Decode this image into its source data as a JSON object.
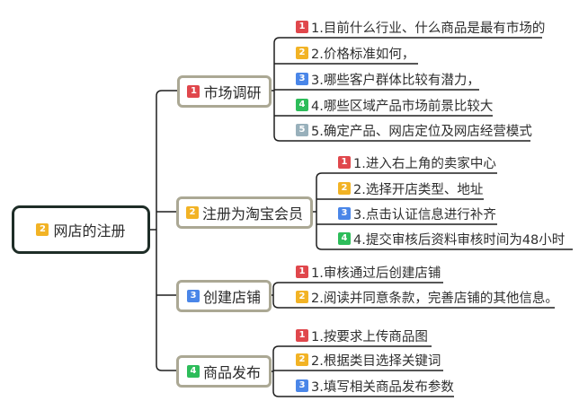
{
  "badge_colors": {
    "1": "#e0474c",
    "2": "#f2b325",
    "3": "#4a86e8",
    "4": "#2dbd5a",
    "5": "#98b0bb"
  },
  "root": {
    "badge": "2",
    "label": "网店的注册"
  },
  "branches": [
    {
      "badge": "1",
      "label": "市场调研",
      "items": [
        {
          "badge": "1",
          "text": "1.目前什么行业、什么商品是最有市场的"
        },
        {
          "badge": "2",
          "text": "2.价格标准如何，"
        },
        {
          "badge": "3",
          "text": "3.哪些客户群体比较有潜力，"
        },
        {
          "badge": "4",
          "text": "4.哪些区域产品市场前景比较大"
        },
        {
          "badge": "5",
          "text": "5.确定产品、网店定位及网店经营模式"
        }
      ]
    },
    {
      "badge": "2",
      "label": "注册为淘宝会员",
      "items": [
        {
          "badge": "1",
          "text": "1.进入右上角的卖家中心"
        },
        {
          "badge": "2",
          "text": "2.选择开店类型、地址"
        },
        {
          "badge": "3",
          "text": "3.点击认证信息进行补齐"
        },
        {
          "badge": "4",
          "text": "4.提交审核后资料审核时间为48小时"
        }
      ]
    },
    {
      "badge": "3",
      "label": "创建店铺",
      "items": [
        {
          "badge": "1",
          "text": "1.审核通过后创建店铺"
        },
        {
          "badge": "2",
          "text": "2.阅读并同意条款，完善店铺的其他信息。"
        }
      ]
    },
    {
      "badge": "4",
      "label": "商品发布",
      "items": [
        {
          "badge": "1",
          "text": "1.按要求上传商品图"
        },
        {
          "badge": "2",
          "text": "2.根据类目选择关键词"
        },
        {
          "badge": "3",
          "text": "3.填写相关商品发布参数"
        }
      ]
    }
  ]
}
